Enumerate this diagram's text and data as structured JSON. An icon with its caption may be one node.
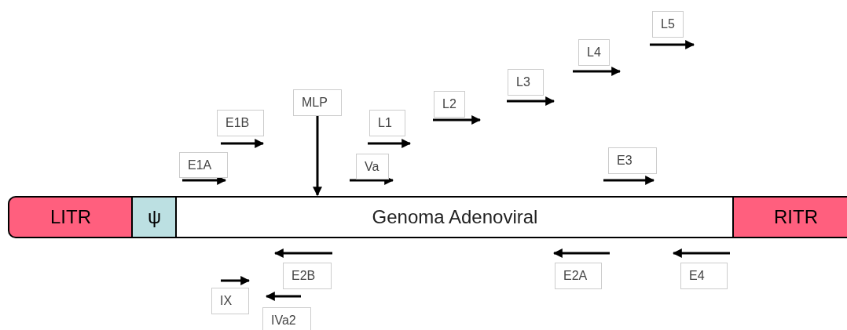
{
  "diagram": {
    "nodes": [
      {
        "text": [
          "LITR"
        ]
      },
      {
        "text": [
          "ψ"
        ]
      },
      {
        "text": [
          "Genoma Adenoviral"
        ]
      },
      {
        "text": [
          "RITR"
        ]
      },
      {
        "text": [
          "E1A"
        ]
      },
      {
        "text": [
          "E1B"
        ]
      },
      {
        "text": [
          "MLP"
        ]
      },
      {
        "text": [
          "Va"
        ]
      },
      {
        "text": [
          "L1"
        ]
      },
      {
        "text": [
          "L2"
        ]
      },
      {
        "text": [
          "L3"
        ]
      },
      {
        "text": [
          "L4"
        ]
      },
      {
        "text": [
          "L5"
        ]
      },
      {
        "text": [
          "E3"
        ]
      },
      {
        "text": [
          "E2B"
        ]
      },
      {
        "text": [
          "IX"
        ]
      },
      {
        "text": [
          "IVa2"
        ]
      },
      {
        "text": [
          "E2A"
        ]
      },
      {
        "text": [
          "E4"
        ]
      }
    ],
    "edges": [
      {
        "from": 6,
        "to": 2,
        "arrow": "to"
      }
    ]
  }
}
